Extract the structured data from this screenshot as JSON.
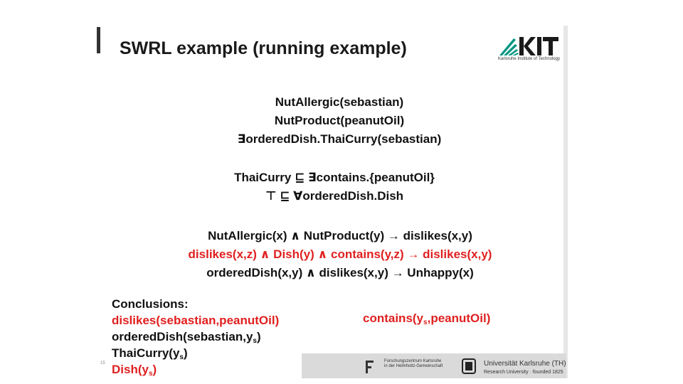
{
  "title": "SWRL example (running example)",
  "logo": {
    "text": "KIT",
    "subtitle": "Karlsruhe Institute of Technology"
  },
  "facts": [
    "NutAllergic(sebastian)",
    "NutProduct(peanutOil)",
    "∃orderedDish.ThaiCurry(sebastian)"
  ],
  "axioms": [
    "ThaiCurry ⊑ ∃contains.{peanutOil}",
    "⊤ ⊑ ∀orderedDish.Dish"
  ],
  "rules": [
    "NutAllergic(x) ∧ NutProduct(y) → dislikes(x,y)",
    "dislikes(x,z) ∧ Dish(y) ∧ contains(y,z) → dislikes(x,y)",
    "orderedDish(x,y) ∧ dislikes(x,y) → Unhappy(x)"
  ],
  "conclusions": {
    "heading": "Conclusions:",
    "items": [
      {
        "pre": "dislikes(sebastian,peanutOil)",
        "sub": "",
        "post": ""
      },
      {
        "pre": "orderedDish(sebastian,y",
        "sub": "s",
        "post": ")"
      },
      {
        "pre": "ThaiCurry(y",
        "sub": "s",
        "post": ")"
      },
      {
        "pre": "Dish(y",
        "sub": "s",
        "post": ")"
      }
    ],
    "right": {
      "pre": "contains(y",
      "sub": "s",
      "post": ",peanutOil)"
    }
  },
  "footer": {
    "page_number": "15",
    "fz_line1": "Forschungszentrum Karlsruhe",
    "fz_line2": "in der Helmholtz-Gemeinschaft",
    "uni_line1": "Universität Karlsruhe (TH)",
    "uni_line2": "Research University · founded 1825"
  },
  "colors": {
    "accent_red": "#e02020",
    "kit_green": "#009682"
  }
}
